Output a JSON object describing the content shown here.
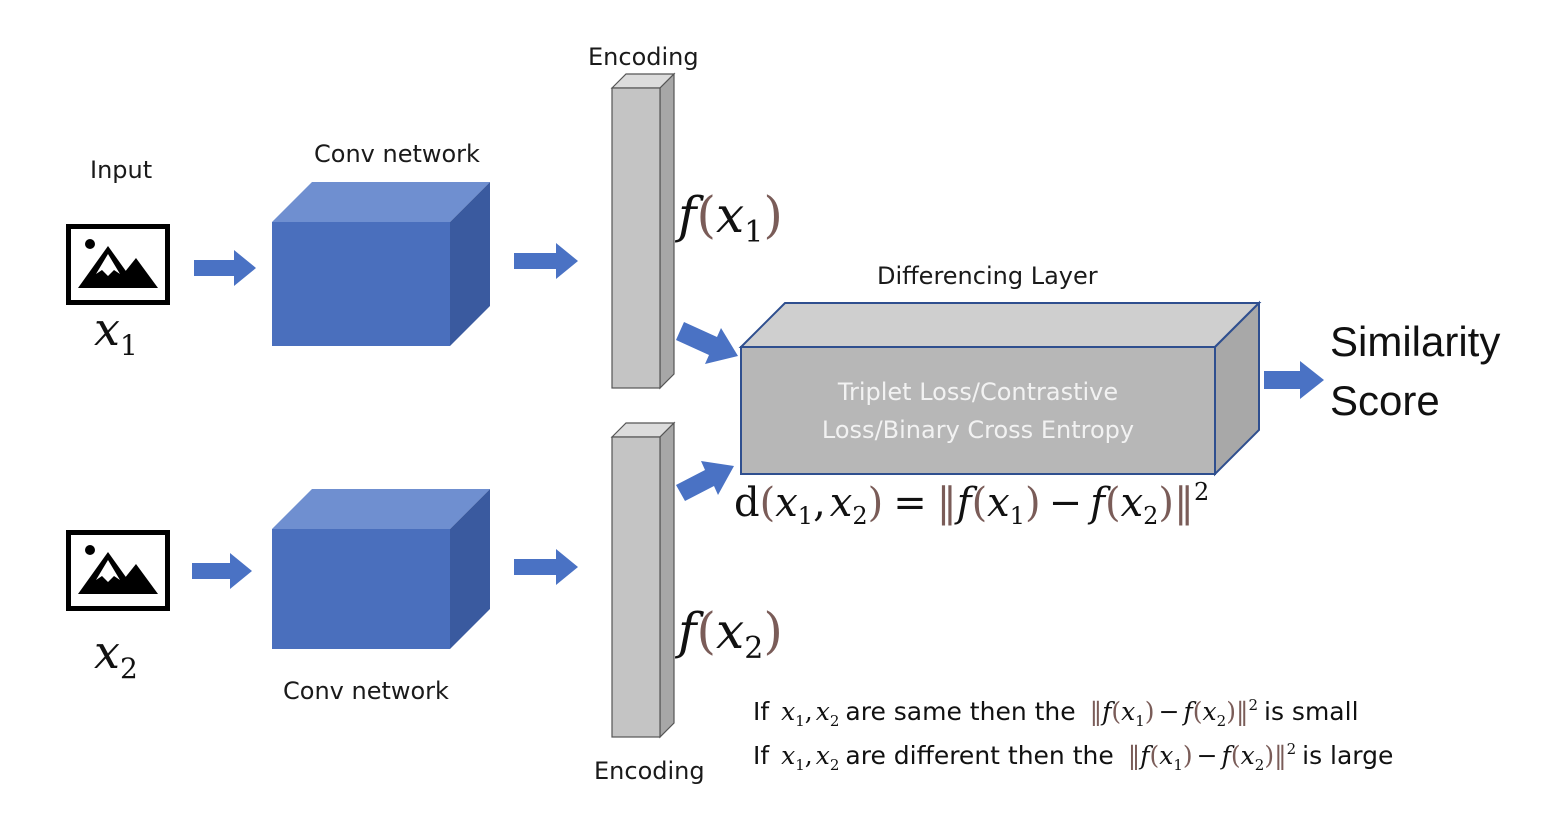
{
  "labels": {
    "input": "Input",
    "conv_top": "Conv network",
    "conv_bottom": "Conv network",
    "encoding_top": "Encoding",
    "encoding_bottom": "Encoding",
    "differencing": "Differencing Layer",
    "loss_line1": "Triplet Loss/Contrastive",
    "loss_line2": "Loss/Binary Cross Entropy",
    "similarity_line1": "Similarity",
    "similarity_line2": "Score"
  },
  "math": {
    "x": "x",
    "f": "f",
    "d": "d",
    "sub1": "1",
    "sub2": "2",
    "sup2": "2",
    "lparen": "(",
    "rparen": ")",
    "comma": ",",
    "equals": "=",
    "minus": "−",
    "norm": "‖"
  },
  "notes": {
    "if": "If",
    "same_mid": "are same then the",
    "same_end": "is small",
    "diff_mid": "are different then the",
    "diff_end": "is large"
  },
  "colors": {
    "cube_front": "#4a6fbd",
    "cube_top": "#6f8fd0",
    "cube_side": "#3a5a9f",
    "arrow": "#4a72c4",
    "bar_front": "#c4c4c4",
    "bar_side": "#a7a7a7",
    "bar_top": "#dcdcdc",
    "paren": "#7a5c58"
  },
  "icons": {
    "input_image": "image-icon"
  }
}
